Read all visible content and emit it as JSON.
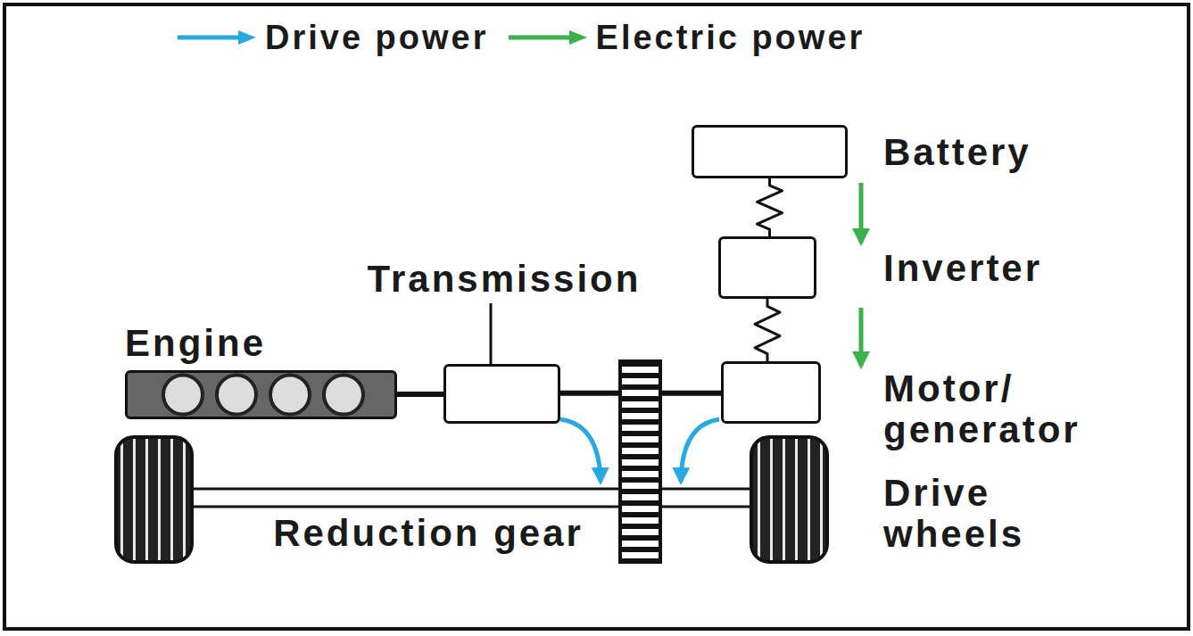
{
  "diagram": {
    "nodes": [
      {
        "text": [
          "Battery"
        ]
      },
      {
        "text": [
          "Inverter"
        ]
      },
      {
        "text": [
          "Transmission"
        ]
      },
      {
        "text": [
          "Engine"
        ]
      },
      {
        "text": [
          "Motor/ generator"
        ]
      }
    ],
    "edges": [
      {
        "from": 0,
        "to": 1,
        "arrow": "none"
      },
      {
        "from": 1,
        "to": 4,
        "arrow": "none"
      },
      {
        "from": 3,
        "to": 2,
        "arrow": "none"
      },
      {
        "from": 2,
        "to": 4,
        "arrow": "none"
      }
    ],
    "labels": [
      "Reduction gear",
      "Drive wheels"
    ],
    "legend": [
      {
        "text": "Drive power"
      },
      {
        "text": "Electric power"
      }
    ]
  }
}
